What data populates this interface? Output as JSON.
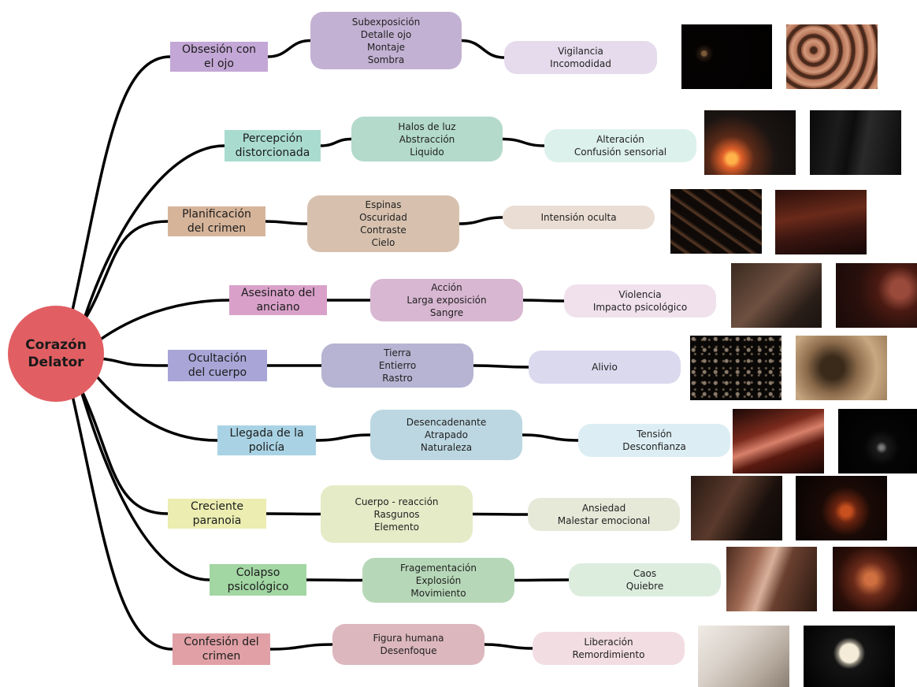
{
  "root": {
    "label": "Corazón\nDelator",
    "color": "#E15F63"
  },
  "rows": [
    {
      "topic": "Obsesión con\nel ojo",
      "topic_color": "#C3A7D6",
      "technique": "Subexposición\nDetalle ojo\nMontaje\nSombra",
      "technique_color": "#C3B1D3",
      "effect": "Vigilancia\nIncomodidad",
      "effect_color": "#E5DBEC",
      "thumbs": [
        "radial-gradient(circle at 25% 45%, #7a5a3a 0 3%, #2a1c12 5%, #050302 12%, #020101 100%)",
        "repeating-radial-gradient(circle at 30% 40%, #4a2a1c 0 4px, #b8765a 6px, #d49a7c 12px, #8a4e36 16px)"
      ]
    },
    {
      "topic": "Percepción\ndistorcionada",
      "topic_color": "#A9DCCF",
      "technique": "Halos de luz\nAbstracción\nLiquido",
      "technique_color": "#B3DACB",
      "effect": "Alteración\nConfusión sensorial",
      "effect_color": "#DDF1EC",
      "thumbs": [
        "radial-gradient(circle at 30% 75%, #ffb34a 0 6%, #e0602a 12%, #5a2a18 28%, #1a1412 55%, #0e0c0b 100%)",
        "linear-gradient(100deg, #0a0a0a 0%, #1c1c1c 30%, #0d0d0d 45%, #2a2a2a 60%, #0b0b0b 100%)"
      ]
    },
    {
      "topic": "Planificación\ndel crimen",
      "topic_color": "#D6B49A",
      "technique": "Espinas\nOscuridad\nContraste\nCielo",
      "technique_color": "#D7C1AE",
      "effect": "Intensión oculta",
      "effect_color": "#EADDD3",
      "thumbs": [
        "repeating-linear-gradient(35deg, #0f0a07 0 10px, #5a3a26 12px, #1a110b 16px)",
        "linear-gradient(170deg, #2a0e0a 0%, #6a2a1a 40%, #3a1510 65%, #150706 100%)"
      ]
    },
    {
      "topic": "Asesinato del\nanciano",
      "topic_color": "#D9A1C9",
      "technique": "Acción\nLarga exposición\nSangre",
      "technique_color": "#D8B7D2",
      "effect": "Violencia\nImpacto psicológico",
      "effect_color": "#F0E1EC",
      "thumbs": [
        "linear-gradient(135deg, #3a2a20 0%, #6e5040 45%, #2a1e18 75%, #1a1410 100%)",
        "radial-gradient(circle at 70% 40%, #9a4a3a 0 12%, #4a1a12 30%, #2a100c 55%, #180a08 100%)"
      ]
    },
    {
      "topic": "Ocultación\ndel cuerpo",
      "topic_color": "#A9A5D7",
      "technique": "Tierra\nEntierro\nRastro",
      "technique_color": "#B6B4D2",
      "effect": "Alivio",
      "effect_color": "#DAD9EE",
      "thumbs": [
        "radial-gradient(circle at 30% 30%, #8a7a6a 0 2px, transparent 3px) 0 0/14px 14px, radial-gradient(circle at 70% 60%, #6a5a4a 0 1px, transparent 2px) 0 0/9px 9px, #0a0806",
        "radial-gradient(circle at 40% 50%, #3a2a1a 0 18%, #8a6a4a 40%, #c8a882 70%, #a0805e 100%)"
      ]
    },
    {
      "topic": "Llegada de la\npolicía",
      "topic_color": "#A9D3E4",
      "technique": "Desencadenante\nAtrapado\nNaturaleza",
      "technique_color": "#BCD7E1",
      "effect": "Tensión\nDesconfianza",
      "effect_color": "#DCEEF4",
      "thumbs": [
        "linear-gradient(160deg, #1a0806 0%, #7a2a1c 35%, #d8806a 50%, #5a1a10 65%, #140604 100%)",
        "radial-gradient(circle at 55% 60%, #7a7a7a 0 3%, #1a1a1a 10%, #050505 30%, #000000 100%)"
      ]
    },
    {
      "topic": "Creciente\nparanoia",
      "topic_color": "#EBEDB1",
      "technique": "Cuerpo - reacción\nRasgunos\nElemento",
      "technique_color": "#E5EBC7",
      "effect": "Ansiedad\nMalestar emocional",
      "effect_color": "#E6E8D8",
      "thumbs": [
        "linear-gradient(120deg, #2a1a14 0%, #5a3a2c 40%, #1a100c 70%, #0c0806 100%)",
        "radial-gradient(circle at 55% 55%, #c8501e 0 8%, #6a2410 18%, #1a0a06 40%, #060302 100%)"
      ]
    },
    {
      "topic": "Colapso\npsicológico",
      "topic_color": "#A2D6A3",
      "technique": "Fragementación\nExplosión\nMovimiento",
      "technique_color": "#B7D8B8",
      "effect": "Caos\nQuiebre",
      "effect_color": "#DCEDDE",
      "thumbs": [
        "linear-gradient(110deg, #4a2a1e 0%, #a06a54 30%, #d8b09a 45%, #6a4030 60%, #2a1810 100%)",
        "radial-gradient(circle at 45% 50%, #d07040 0 10%, #6a2a1a 30%, #2a0e08 60%, #120604 100%)"
      ]
    },
    {
      "topic": "Confesión del\ncrimen",
      "topic_color": "#E0A0A5",
      "technique": "Figura humana\nDesenfoque",
      "technique_color": "#DCB7BE",
      "effect": "Liberación\nRemordimiento",
      "effect_color": "#F2DDE2",
      "thumbs": [
        "linear-gradient(135deg, #f0ebe6 0%, #d8d0c8 40%, #b8aca0 70%, #8a7e72 100%)",
        "radial-gradient(circle at 50% 45%, #f4ecd8 0 16%, #8a8478 20%, #141414 28%, #000000 100%)"
      ]
    }
  ]
}
